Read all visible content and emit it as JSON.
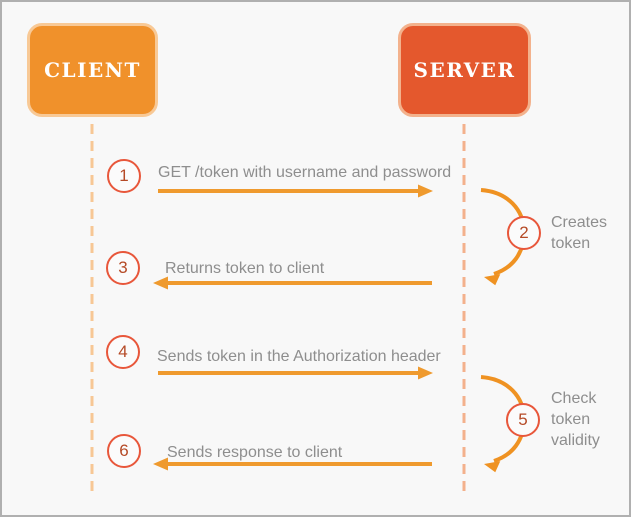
{
  "frame": {
    "background": "#F8F8F8",
    "border_color": "#B0B0B0"
  },
  "actors": {
    "client": {
      "label": "CLIENT",
      "fill": "#F0912B",
      "border": "#F8C996"
    },
    "server": {
      "label": "SERVER",
      "fill": "#E4582D",
      "border": "#F3B28D"
    }
  },
  "lifelines": {
    "client_color": "#F7C795",
    "server_color": "#F3B18C"
  },
  "palette": {
    "arrow": "#EF9A2E",
    "circle_outline": "#E8573B",
    "circle_number": "#B54A26",
    "message_text": "#8E8E8E"
  },
  "steps": [
    {
      "number": "1",
      "label": "GET /token with username and password",
      "from": "client",
      "to": "server"
    },
    {
      "number": "2",
      "label": "Creates token",
      "actor": "server",
      "kind": "self-loop"
    },
    {
      "number": "3",
      "label": "Returns token to client",
      "from": "server",
      "to": "client"
    },
    {
      "number": "4",
      "label": "Sends token in the Authorization header",
      "from": "client",
      "to": "server"
    },
    {
      "number": "5",
      "label": "Check token validity",
      "actor": "server",
      "kind": "self-loop"
    },
    {
      "number": "6",
      "label": "Sends response to client",
      "from": "server",
      "to": "client"
    }
  ]
}
